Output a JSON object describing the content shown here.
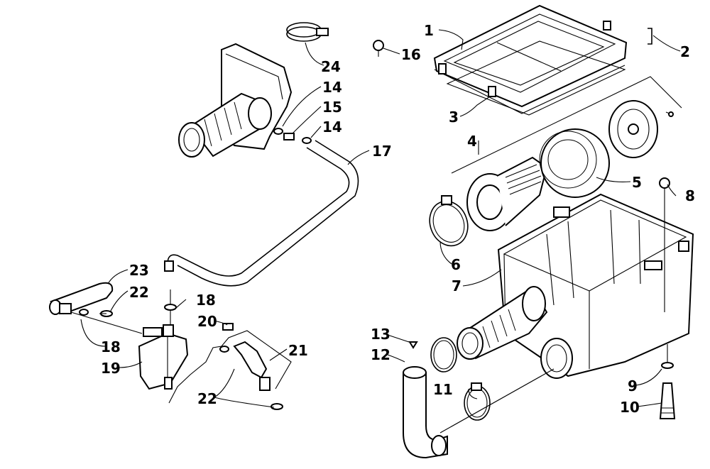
{
  "diagram": {
    "callouts": {
      "c1": "1",
      "c2": "2",
      "c3": "3",
      "c4": "4",
      "c5": "5",
      "c6": "6",
      "c7": "7",
      "c8": "8",
      "c9": "9",
      "c10": "10",
      "c11": "11",
      "c12": "12",
      "c13": "13",
      "c14a": "14",
      "c14b": "14",
      "c15": "15",
      "c16": "16",
      "c17": "17",
      "c18a": "18",
      "c18b": "18",
      "c19": "19",
      "c20": "20",
      "c21": "21",
      "c22a": "22",
      "c22b": "22",
      "c23": "23",
      "c24": "24"
    }
  }
}
